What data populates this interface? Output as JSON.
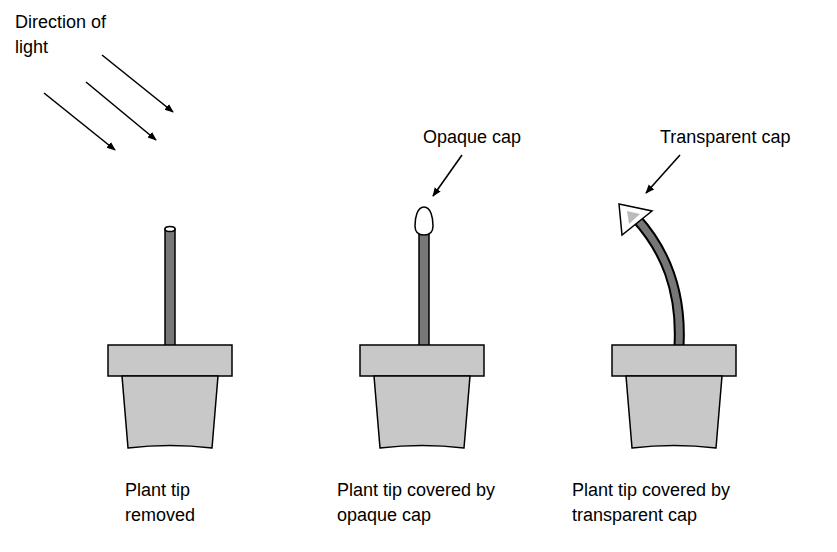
{
  "diagram": {
    "labels": [
      "Direction of light",
      "Opaque cap",
      "Transparent cap",
      "Plant tip removed",
      "Plant tip covered by opaque cap",
      "Plant tip covered by transparent cap"
    ]
  }
}
